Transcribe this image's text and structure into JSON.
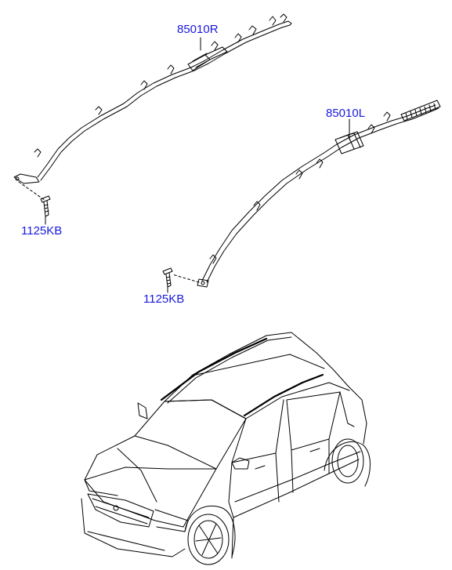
{
  "labels": {
    "part_right": "85010R",
    "part_left": "85010L",
    "bolt_right": "1125KB",
    "bolt_left": "1125KB"
  },
  "colors": {
    "label": "#1a1adb",
    "line": "#000000",
    "background": "#ffffff"
  }
}
